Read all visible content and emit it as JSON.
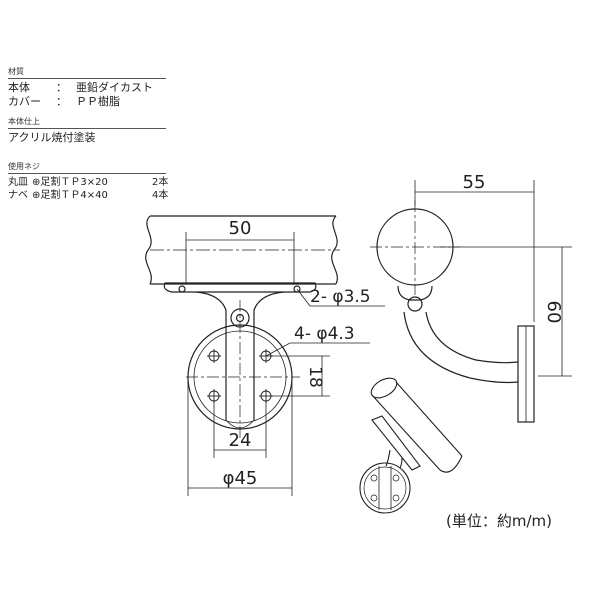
{
  "specs": {
    "material": {
      "caption": "材質",
      "rows": [
        {
          "label": "本体",
          "sep": "：",
          "value": "亜鉛ダイカスト"
        },
        {
          "label": "カバー",
          "sep": "：",
          "value": "ＰＰ樹脂"
        }
      ]
    },
    "finish": {
      "caption": "本体仕上",
      "value": "アクリル焼付塗装"
    },
    "screws": {
      "caption": "使用ネジ",
      "rows": [
        {
          "type": "丸皿",
          "desc": "⊕足割ＴＰ3×20",
          "qty": "2本"
        },
        {
          "type": "ナベ",
          "desc": "⊕足割ＴＰ4×40",
          "qty": "4本"
        }
      ]
    }
  },
  "dimensions": {
    "pad_width": "50",
    "top_hole": "2- φ3.5",
    "base_hole": "4- φ4.3",
    "hole_pitch_v": "18",
    "hole_pitch_h": "24",
    "base_diameter": "φ45",
    "projection": "55",
    "height": "60"
  },
  "unit_note": "(単位：約m/m)"
}
